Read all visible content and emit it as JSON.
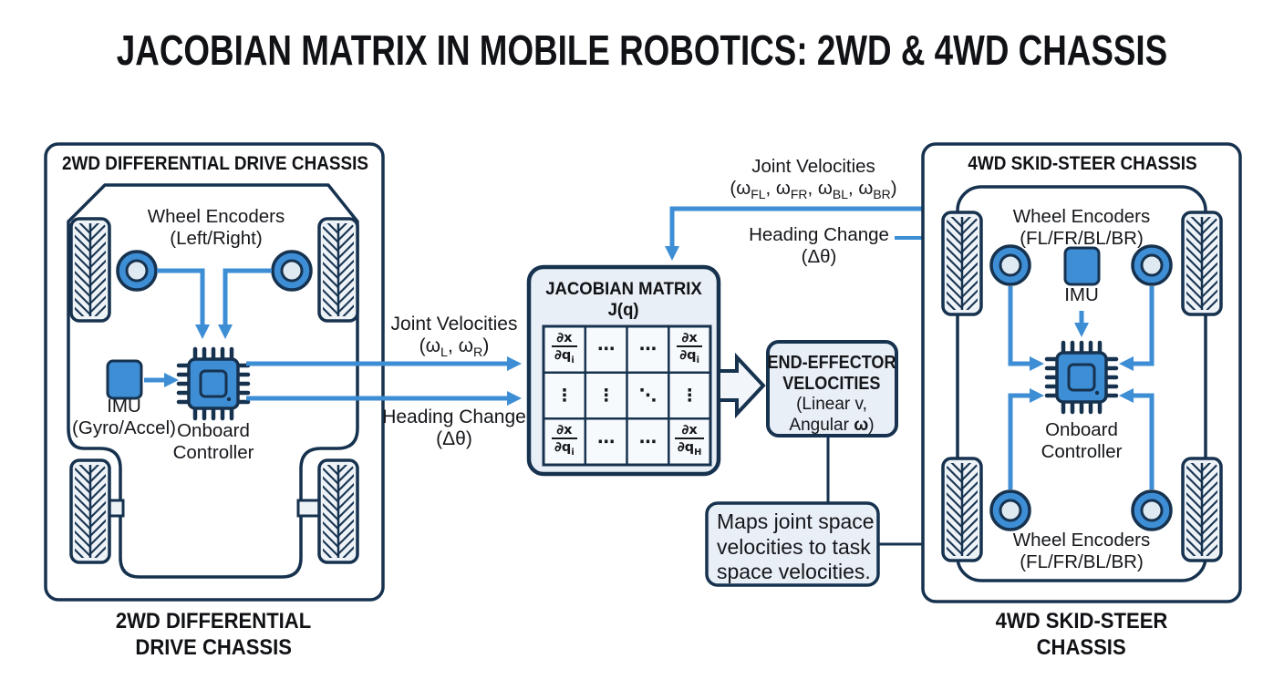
{
  "title": "JACOBIAN MATRIX IN MOBILE ROBOTICS: 2WD & 4WD CHASSIS",
  "colors": {
    "accent_blue": "#3e8ed6",
    "outline_navy": "#16324f",
    "box_fill": "#e9eff6",
    "cell_fill": "#f7fafc",
    "wheel_fill": "#eef3f8",
    "text_dark": "#15171b"
  },
  "left_panel": {
    "header": "2WD DIFFERENTIAL DRIVE CHASSIS",
    "wheel_encoders": {
      "line1": "Wheel Encoders",
      "line2": "(Left/Right)"
    },
    "imu": {
      "line1": "IMU",
      "line2": "(Gyro/Accel)"
    },
    "controller": {
      "line1": "Onboard",
      "line2": "Controller"
    },
    "caption": {
      "line1": "2WD DIFFERENTIAL",
      "line2": "DRIVE CHASSIS"
    }
  },
  "flow_2wd": {
    "joint_velocities": {
      "title": "Joint Velocities",
      "parts": [
        "(ω",
        "L",
        ", ω",
        "R",
        ")"
      ]
    },
    "heading_change": {
      "title": "Heading Change",
      "value": "(Δθ)"
    }
  },
  "flow_4wd": {
    "joint_velocities": {
      "title": "Joint Velocities",
      "parts": [
        "(ω",
        "FL",
        ", ω",
        "FR",
        ", ω",
        "BL",
        ", ω",
        "BR",
        ")"
      ]
    },
    "heading_change": {
      "title": "Heading Change",
      "value": "(Δθ)"
    }
  },
  "jacobian": {
    "title": "JACOBIAN MATRIX",
    "symbol": "J(q)",
    "frac_num": "∂x",
    "frac_den": "∂q",
    "sub_i": "i",
    "sub_last": "H",
    "cdots": "⋯",
    "vdots": "⋮",
    "ddots": "⋱"
  },
  "end_effector": {
    "line1": "END-EFFECTOR",
    "line2": "VELOCITIES",
    "line3": "(Linear v,",
    "line4_pre": "Angular ",
    "line4_omega": "ω",
    "line4_post": ")"
  },
  "note": {
    "line1": "Maps joint space",
    "line2": "velocities to task",
    "line3": "space velocities."
  },
  "right_panel": {
    "header": "4WD SKID-STEER CHASSIS",
    "wheel_encoders_top": {
      "line1": "Wheel Encoders",
      "line2": "(FL/FR/BL/BR)"
    },
    "imu_label": "IMU",
    "controller": {
      "line1": "Onboard",
      "line2": "Controller"
    },
    "wheel_encoders_bottom": {
      "line1": "Wheel Encoders",
      "line2": "(FL/FR/BL/BR)"
    },
    "caption": {
      "line1": "4WD SKID-STEER",
      "line2": "CHASSIS"
    }
  }
}
